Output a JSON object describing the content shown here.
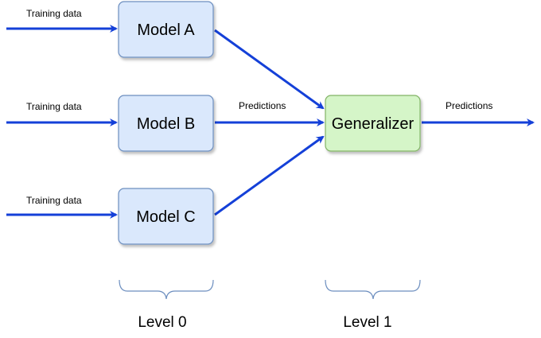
{
  "diagram": {
    "inputs": [
      {
        "label": "Training data"
      },
      {
        "label": "Training data"
      },
      {
        "label": "Training data"
      }
    ],
    "models": [
      {
        "label": "Model A"
      },
      {
        "label": "Model B"
      },
      {
        "label": "Model C"
      }
    ],
    "generalizer": {
      "label": "Generalizer"
    },
    "predictions_in_label": "Predictions",
    "predictions_out_label": "Predictions",
    "levels": [
      {
        "label": "Level 0"
      },
      {
        "label": "Level 1"
      }
    ]
  },
  "colors": {
    "arrow": "#1440d8",
    "model_fill": "#dae8fc",
    "model_stroke": "#6c8ebf",
    "generalizer_fill": "#d5f5c8",
    "generalizer_stroke": "#82b366",
    "brace": "#6c8ebf"
  }
}
